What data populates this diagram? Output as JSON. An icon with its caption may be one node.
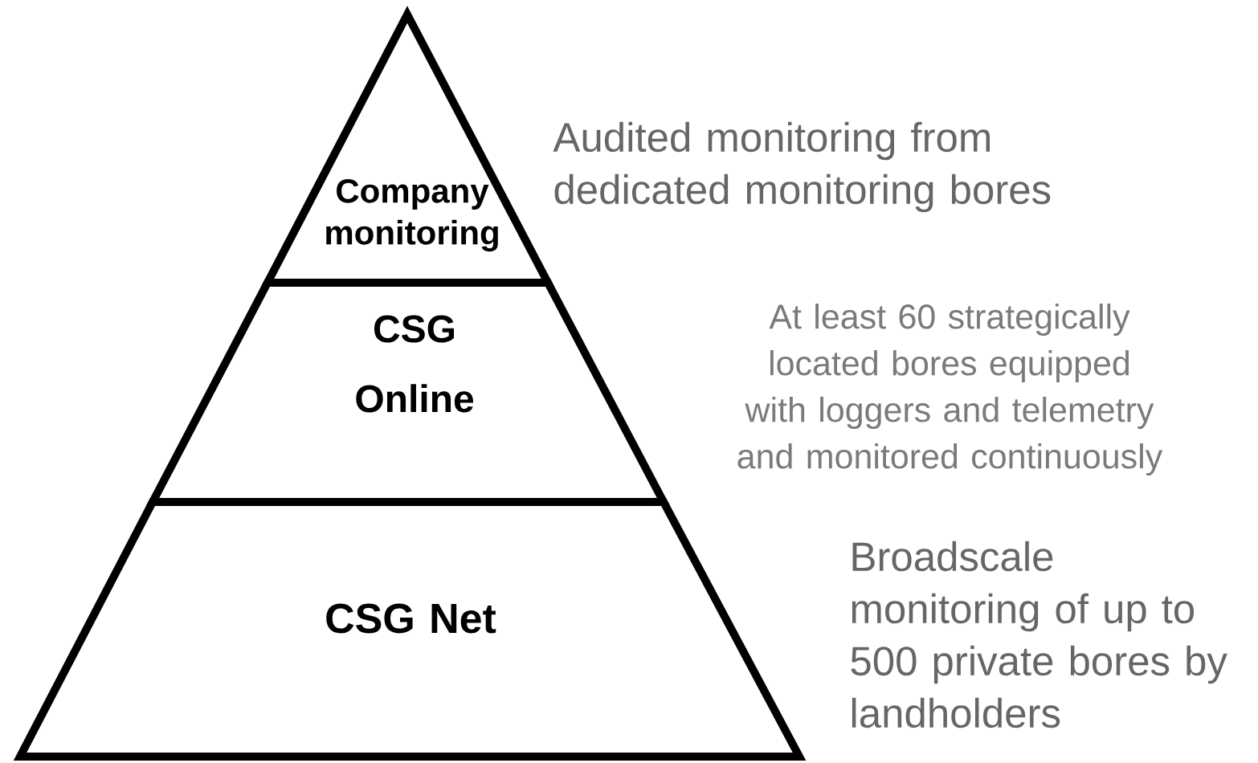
{
  "diagram": {
    "nodes": [
      {
        "text": [
          "Company monitoring"
        ],
        "beside": [
          "Audited monitoring from dedicated monitoring bores"
        ]
      },
      {
        "text": [
          "CSG Online"
        ]
      },
      {
        "text": [
          "CSG Net"
        ],
        "beside": [
          "Broadscale monitoring of up to 500 private bores by landholders"
        ]
      }
    ],
    "labels": [
      "At least 60 strategically located bores equipped with loggers and telemetry and monitored continuously"
    ]
  }
}
